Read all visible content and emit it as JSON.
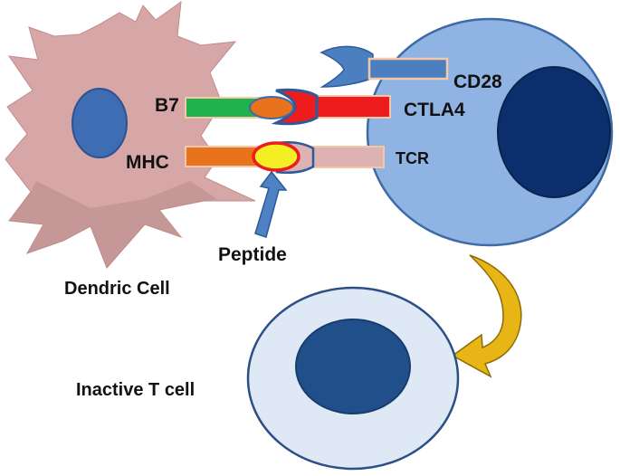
{
  "labels": {
    "b7": "B7",
    "mhc": "MHC",
    "cd28": "CD28",
    "ctla4": "CTLA4",
    "tcr": "TCR",
    "peptide": "Peptide",
    "dendritic_cell": "Dendric Cell",
    "inactive_t_cell": "Inactive T cell"
  },
  "colors": {
    "dendritic_body": "#d7a7a7",
    "dendritic_shadow": "#b07f80",
    "dendritic_nucleus": "#3f6db3",
    "t_cell_body": "#8fb4e3",
    "t_cell_outline": "#3e6aa6",
    "t_cell_nucleus": "#0a2f6c",
    "inactive_body": "#dfe8f5",
    "inactive_outline": "#2c4f86",
    "inactive_nucleus": "#204f8a",
    "b7": "#22b24c",
    "ctla4": "#ee1c1c",
    "mhc": "#e8731c",
    "peptide": "#f4ee24",
    "tcr": "#dcb3b2",
    "cd28": "#4b7fc0",
    "receptor_border": "#f3c7a8",
    "arrow_blue": "#4e82c4",
    "curved_arrow": "#e8b517"
  }
}
